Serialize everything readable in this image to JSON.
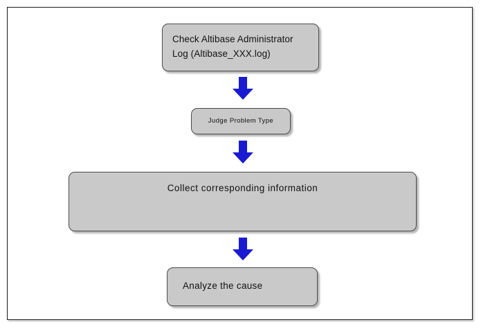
{
  "diagram": {
    "type": "flowchart",
    "orientation": "top-to-bottom",
    "title": "",
    "colors": {
      "node_fill": "#c9c9c9",
      "node_border": "#4a4a4a",
      "arrow": "#1a1ad2",
      "frame_border": "#1a1a1a",
      "canvas": "#ffffff",
      "text": "#111111"
    },
    "nodes": [
      {
        "id": "check-log",
        "label": "Check Altibase Administrator\nLog (Altibase_XXX.log)",
        "shape": "rounded-rectangle",
        "align": "left"
      },
      {
        "id": "judge-type",
        "label": "Judge Problem Type",
        "shape": "rounded-rectangle",
        "align": "center"
      },
      {
        "id": "collect-info",
        "label": "Collect corresponding information",
        "shape": "rounded-rectangle",
        "align": "center"
      },
      {
        "id": "analyze-cause",
        "label": "Analyze the cause",
        "shape": "rounded-rectangle",
        "align": "left"
      }
    ],
    "connectors": [
      {
        "id": "arrow-1",
        "from": "check-log",
        "to": "judge-type",
        "icon": "arrow-down-icon",
        "label": ""
      },
      {
        "id": "arrow-2",
        "from": "judge-type",
        "to": "collect-info",
        "icon": "arrow-down-icon",
        "label": ""
      },
      {
        "id": "arrow-3",
        "from": "collect-info",
        "to": "analyze-cause",
        "icon": "arrow-down-icon",
        "label": ""
      }
    ]
  }
}
